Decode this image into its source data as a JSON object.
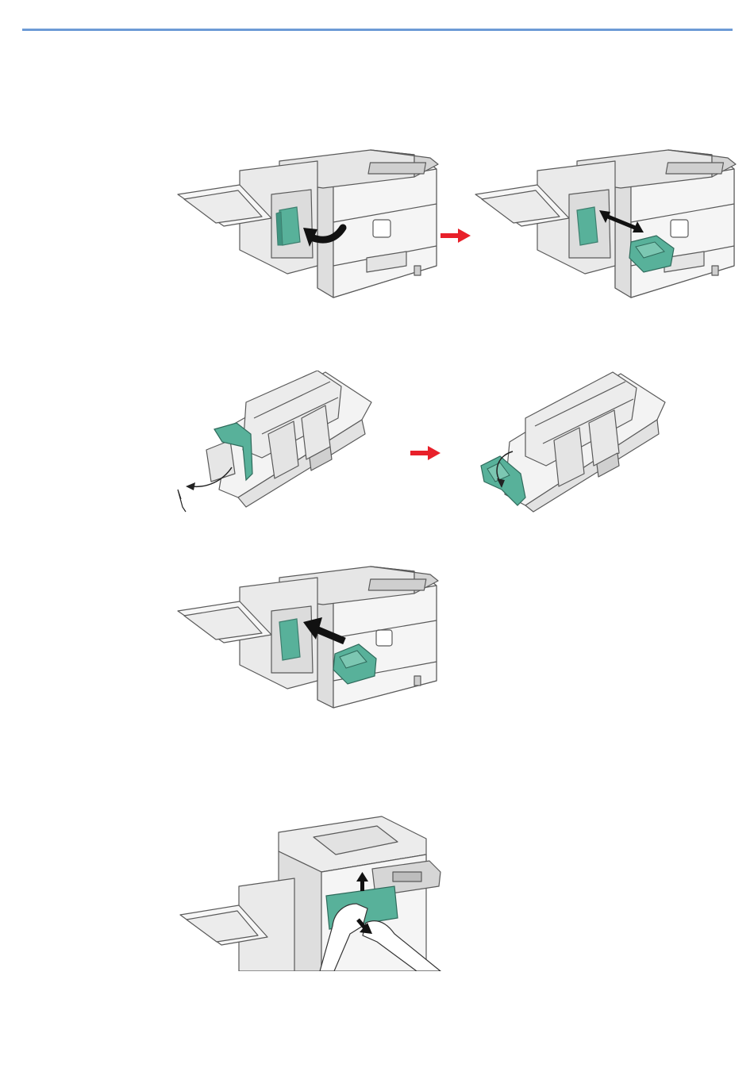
{
  "page": {
    "header_rule_color": "#6d9bd6",
    "accent_green": "#58b19a",
    "arrow_red": "#e8202a",
    "line_gray": "#5a5a5a",
    "body_gray": "#eeeeee"
  },
  "illustrations": [
    {
      "name": "step1-open-cover",
      "icons": [
        "printer-icon",
        "curved-arrow-icon"
      ]
    },
    {
      "name": "step1-remove-cartridge",
      "icons": [
        "printer-icon",
        "double-arrow-icon",
        "cartridge-icon"
      ]
    },
    {
      "name": "step2-cartridge-release",
      "icons": [
        "cartridge-icon",
        "curved-arrow-icon"
      ]
    },
    {
      "name": "step2-cartridge-open",
      "icons": [
        "cartridge-icon",
        "curved-arrow-icon"
      ]
    },
    {
      "name": "step3-insert-cartridge",
      "icons": [
        "printer-icon",
        "insert-arrow-icon",
        "cartridge-icon"
      ]
    },
    {
      "name": "step4-close-cover",
      "icons": [
        "printer-icon",
        "hand-icon",
        "up-arrow-icon",
        "down-arrow-icon"
      ]
    }
  ]
}
